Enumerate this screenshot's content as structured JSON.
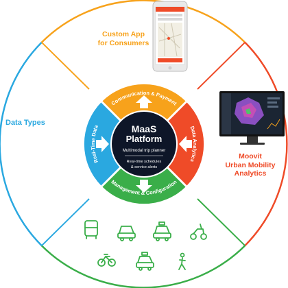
{
  "center": {
    "title": "MaaS",
    "title2": "Platform",
    "subtitle": "Multimodal trip planner",
    "text1": "Real-time schedules",
    "text2": "& service alerts"
  },
  "ring": {
    "top": "Communication & Payment",
    "left": "Real-Time Data",
    "right": "Data Analytics",
    "bottom": "Management & Configuration"
  },
  "outer": {
    "custom_app": [
      "Custom App",
      "for Consumers"
    ],
    "data_types": "Data Types",
    "moovit": [
      "Moovit",
      "Urban Mobility",
      "Analytics"
    ]
  },
  "icons": {
    "row1": [
      "bus-icon",
      "car-icon",
      "taxi-icon",
      "scooter-icon"
    ],
    "row2": [
      "bicycle-icon",
      "taxi-cab-icon",
      "pedestrian-icon"
    ]
  },
  "colors": {
    "orange": "#f7a21b",
    "blue": "#2aa8e0",
    "red": "#ef4b28",
    "green": "#3aae49",
    "navy": "#0e1628"
  }
}
